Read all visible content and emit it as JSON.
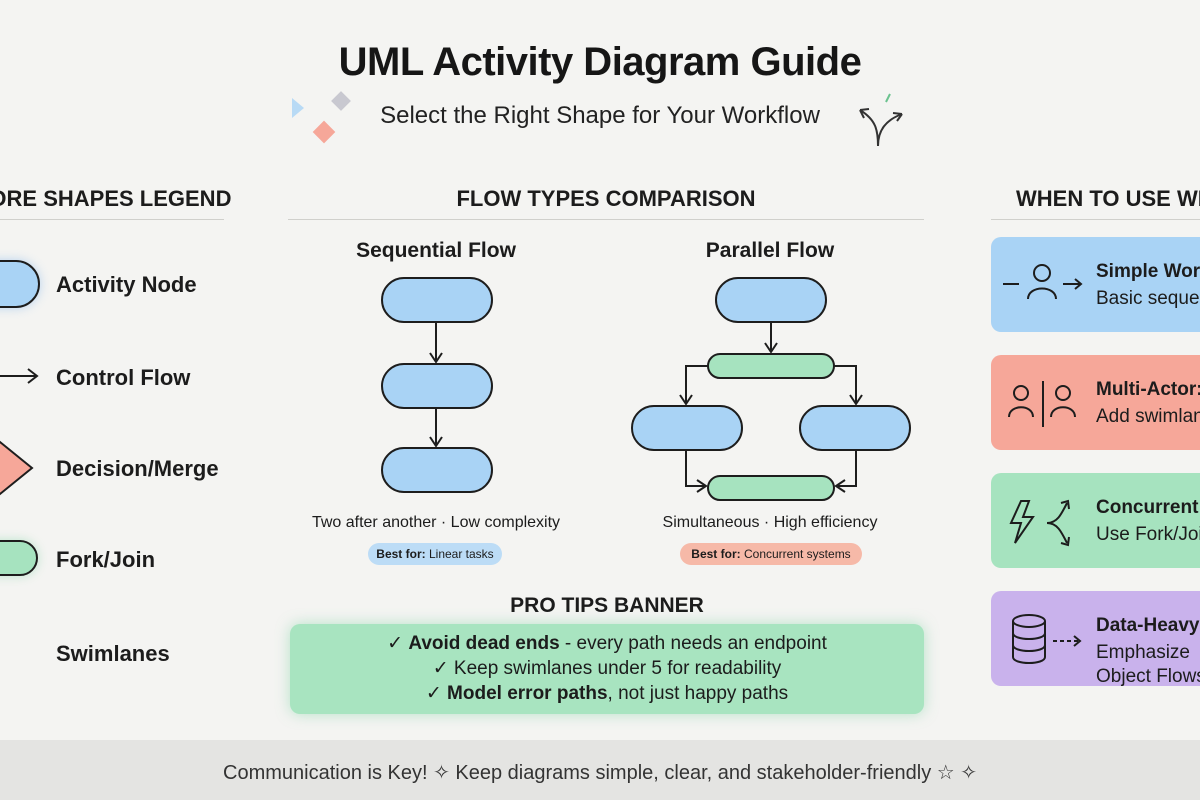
{
  "header": {
    "title": "UML Activity Diagram Guide",
    "subtitle": "Select the Right Shape for Your Workflow"
  },
  "legend": {
    "heading": "CORE SHAPES LEGEND",
    "items": [
      {
        "label": "Activity Node",
        "icon": "activity-node-icon"
      },
      {
        "label": "Control Flow",
        "icon": "arrow-icon"
      },
      {
        "label": "Decision/Merge",
        "icon": "diamond-icon"
      },
      {
        "label": "Fork/Join",
        "icon": "fork-join-bar-icon"
      },
      {
        "label": "Swimlanes",
        "icon": "swimlane-icon"
      }
    ]
  },
  "comparison": {
    "heading": "FLOW TYPES COMPARISON",
    "sequential": {
      "title": "Sequential Flow",
      "caption": "Two after another · Low complexity",
      "best_label": "Best for:",
      "best_value": "Linear tasks"
    },
    "parallel": {
      "title": "Parallel Flow",
      "caption": "Simultaneous · High efficiency",
      "best_label": "Best for:",
      "best_value": "Concurrent systems"
    }
  },
  "tips": {
    "heading": "PRO TIPS BANNER",
    "items": [
      {
        "bold": "Avoid dead ends",
        "rest": " - every path needs an endpoint"
      },
      {
        "bold": "",
        "rest": "Keep swimlanes under 5 for readability"
      },
      {
        "bold": "Model error paths",
        "rest": ", not just happy paths"
      }
    ]
  },
  "when_to_use": {
    "heading": "WHEN TO USE WHAT",
    "cards": [
      {
        "title": "Simple Workflows",
        "desc": "Basic sequence",
        "color": "#a9d3f5",
        "icon": "person-flow-icon"
      },
      {
        "title": "Multi-Actor:",
        "desc": "Add swimlanes",
        "color": "#f6a799",
        "icon": "two-actors-icon"
      },
      {
        "title": "Concurrent Tasks",
        "desc": "Use Fork/Join",
        "color": "#a6e3bf",
        "icon": "lightning-split-icon"
      },
      {
        "title": "Data-Heavy",
        "desc": "Emphasize Object Flows",
        "color": "#c9b2ec",
        "icon": "database-icon"
      }
    ]
  },
  "footer": {
    "text": "Communication is Key!  ✧  Keep diagrams simple, clear, and stakeholder-friendly  ☆ ✧"
  },
  "colors": {
    "blue": "#a9d3f5",
    "green": "#a6e3bf",
    "coral": "#f6a799",
    "purple": "#c9b2ec"
  }
}
